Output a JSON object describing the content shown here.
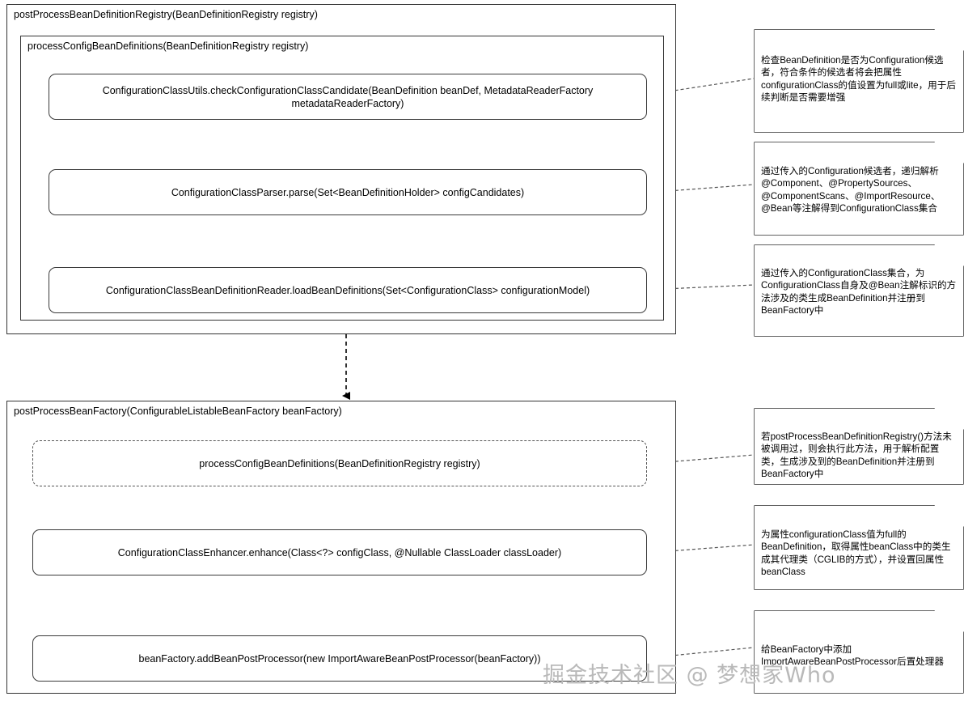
{
  "diagram": {
    "type": "flowchart",
    "watermark": "掘金技术社区 @ 梦想家Who",
    "frames": [
      {
        "id": "frame-post-process-bean-definition-registry",
        "title": "postProcessBeanDefinitionRegistry(BeanDefinitionRegistry registry)"
      },
      {
        "id": "frame-process-config-bean-definitions",
        "title": "processConfigBeanDefinitions(BeanDefinitionRegistry registry)"
      },
      {
        "id": "frame-post-process-bean-factory",
        "title": "postProcessBeanFactory(ConfigurableListableBeanFactory beanFactory)"
      }
    ],
    "nodes": [
      {
        "id": "node-check-configuration-class-candidate",
        "label": "ConfigurationClassUtils.checkConfigurationClassCandidate(BeanDefinition beanDef, MetadataReaderFactory metadataReaderFactory)",
        "style": "solid"
      },
      {
        "id": "node-configuration-class-parser-parse",
        "label": "ConfigurationClassParser.parse(Set<BeanDefinitionHolder> configCandidates)",
        "style": "solid"
      },
      {
        "id": "node-load-bean-definitions",
        "label": "ConfigurationClassBeanDefinitionReader.loadBeanDefinitions(Set<ConfigurationClass> configurationModel)",
        "style": "solid"
      },
      {
        "id": "node-process-config-bean-definitions",
        "label": "processConfigBeanDefinitions(BeanDefinitionRegistry registry)",
        "style": "dashed"
      },
      {
        "id": "node-configuration-class-enhancer-enhance",
        "label": "ConfigurationClassEnhancer.enhance(Class<?> configClass, @Nullable ClassLoader classLoader)",
        "style": "solid"
      },
      {
        "id": "node-add-bean-post-processor",
        "label": "beanFactory.addBeanPostProcessor(new ImportAwareBeanPostProcessor(beanFactory))",
        "style": "solid"
      }
    ],
    "notes": [
      {
        "id": "note-check-candidate",
        "text": "检查BeanDefinition是否为Configuration候选者，符合条件的候选者将会把属性configurationClass的值设置为full或lite，用于后续判断是否需要增强"
      },
      {
        "id": "note-parser-parse",
        "text": "通过传入的Configuration候选者，递归解析@Component、@PropertySources、@ComponentScans、@ImportResource、@Bean等注解得到ConfigurationClass集合"
      },
      {
        "id": "note-load-bean-definitions",
        "text": "通过传入的ConfigurationClass集合，为ConfigurationClass自身及@Bean注解标识的方法涉及的类生成BeanDefinition并注册到BeanFactory中"
      },
      {
        "id": "note-process-config-bean-definitions",
        "text": "若postProcessBeanDefinitionRegistry()方法未被调用过，则会执行此方法，用于解析配置类，生成涉及到的BeanDefinition并注册到BeanFactory中"
      },
      {
        "id": "note-enhancer-enhance",
        "text": "为属性configurationClass值为full的BeanDefinition，取得属性beanClass中的类生成其代理类（CGLIB的方式），并设置回属性beanClass"
      },
      {
        "id": "note-add-bean-post-processor",
        "text": "给BeanFactory中添加ImportAwareBeanPostProcessor后置处理器"
      }
    ]
  }
}
